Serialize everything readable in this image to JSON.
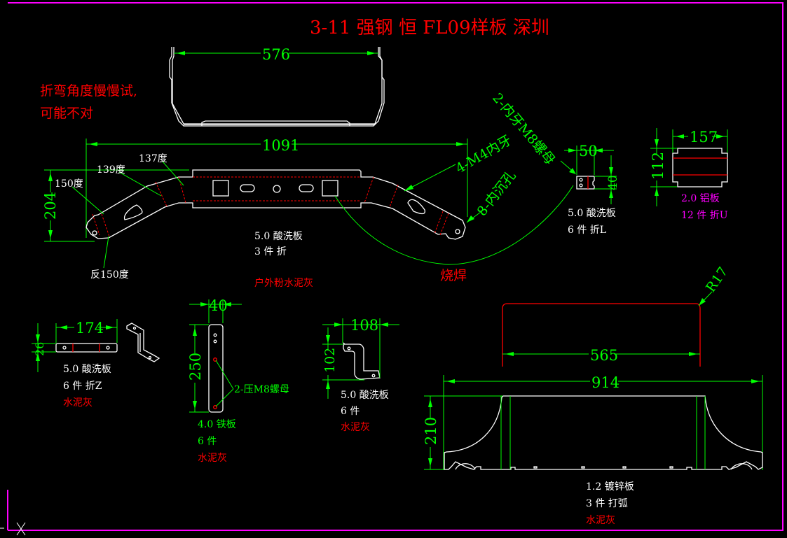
{
  "canvas": {
    "background": "#000000",
    "frame_color": "#ff00ff",
    "colors": {
      "geometry": "#ffffff",
      "dimension": "#00ff00",
      "bend_line": "#ff0000",
      "material_alt": "#ff00ff",
      "note": "#ff0000"
    }
  },
  "title": "3-11 强钢 恒 FL09样板 深圳",
  "notes": {
    "bend_warning_line1": "折弯角度慢慢试,",
    "bend_warning_line2": "可能不对"
  },
  "part_top_channel": {
    "dim_width": "576"
  },
  "part_main_bar": {
    "dim_length": "1091",
    "dim_height": "204",
    "angles": [
      "150度",
      "139度",
      "137度",
      "反150度"
    ],
    "callout_m4": "4-M4内牙",
    "callout_sink": "8-内沉孔",
    "callout_nut": "2-内牙M8螺母",
    "weld_note": "烧焊",
    "spec_line1": "5.0 酸洗板",
    "spec_line2": "3 件 折",
    "finish": "户外粉水泥灰"
  },
  "part_l_bracket": {
    "dim_width": "50",
    "dim_height": "40",
    "spec_line1": "5.0 酸洗板",
    "spec_line2": "6 件 折L"
  },
  "part_u_plate": {
    "dim_width": "157",
    "dim_height": "112",
    "spec_line1": "2.0 铝板",
    "spec_line2": "12 件 折U"
  },
  "part_z_bracket": {
    "dim_width": "174",
    "dim_height": "26",
    "spec_line1": "5.0 酸洗板",
    "spec_line2": "6 件 折Z",
    "finish": "水泥灰"
  },
  "part_iron_strip": {
    "dim_width": "40",
    "dim_height": "250",
    "callout_nut": "2-压M8螺母",
    "spec_line1": "4.0 铁板",
    "spec_line2": "6 件",
    "finish": "水泥灰"
  },
  "part_s_bracket": {
    "dim_width": "108",
    "dim_height": "102",
    "spec_line1": "5.0 酸洗板",
    "spec_line2": "6 件",
    "finish": "水泥灰"
  },
  "part_arc_panel": {
    "dim_radius": "R17",
    "dim_top_width": "565",
    "dim_width": "914",
    "dim_height": "210",
    "spec_line1": "1.2 镀锌板",
    "spec_line2": "3 件 打弧",
    "finish": "水泥灰"
  },
  "ucs_icon": "ucs-x-icon"
}
